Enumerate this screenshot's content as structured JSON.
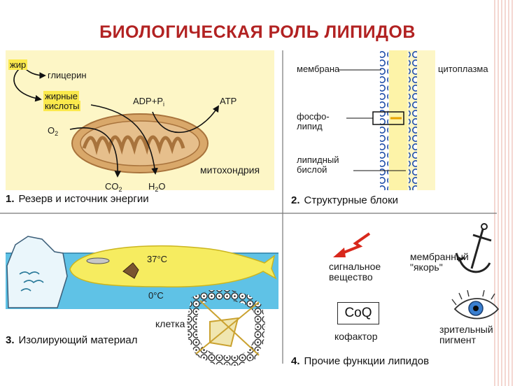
{
  "title": "БИОЛОГИЧЕСКАЯ РОЛЬ ЛИПИДОВ",
  "panel1": {
    "fat": "жир",
    "glycerol": "глицерин",
    "fatty_acids_line1": "жирные",
    "fatty_acids_line2": "кислоты",
    "adp": "ADP+P",
    "adp_sub": "i",
    "atp": "ATP",
    "o2": "O",
    "o2_sub": "2",
    "co2": "CO",
    "co2_sub": "2",
    "h2o_h": "H",
    "h2o_sub": "2",
    "h2o_o": "O",
    "mitochondria": "митохондрия",
    "caption_number": "1.",
    "caption": "Резерв и источник энергии"
  },
  "panel2": {
    "membrane": "мембрана",
    "cytoplasm": "цитоплазма",
    "phospholipid_line1": "фосфо-",
    "phospholipid_line2": "липид",
    "bilayer_line1": "липидный",
    "bilayer_line2": "бислой",
    "caption_number": "2.",
    "caption": "Структурные блоки"
  },
  "panel3": {
    "temp_warm": "37°C",
    "temp_cold": "0°C",
    "cell": "клетка",
    "caption_number": "3.",
    "caption": "Изолирующий материал"
  },
  "panel4": {
    "signal_line1": "сигнальное",
    "signal_line2": "вещество",
    "anchor_line1": "мембранный",
    "anchor_line2": "\"якорь\"",
    "coq": "CoQ",
    "cofactor": "кофактор",
    "pigment_line1": "зрительный",
    "pigment_line2": "пигмент",
    "caption_number": "4.",
    "caption": "Прочие функции липидов"
  },
  "colors": {
    "title": "#b22222",
    "panel_yellow": "#fdf6c6",
    "highlight": "#fbe94d",
    "mitochondria": "#d9a86a",
    "water": "#5fc2e6",
    "arrow_red": "#d8281c",
    "bead_blue": "#1f4ea8"
  },
  "icons": [
    "anchor-icon",
    "eye-icon",
    "signal-arrow-icon",
    "iceberg-icon",
    "whale-icon",
    "mitochondrion-icon"
  ]
}
